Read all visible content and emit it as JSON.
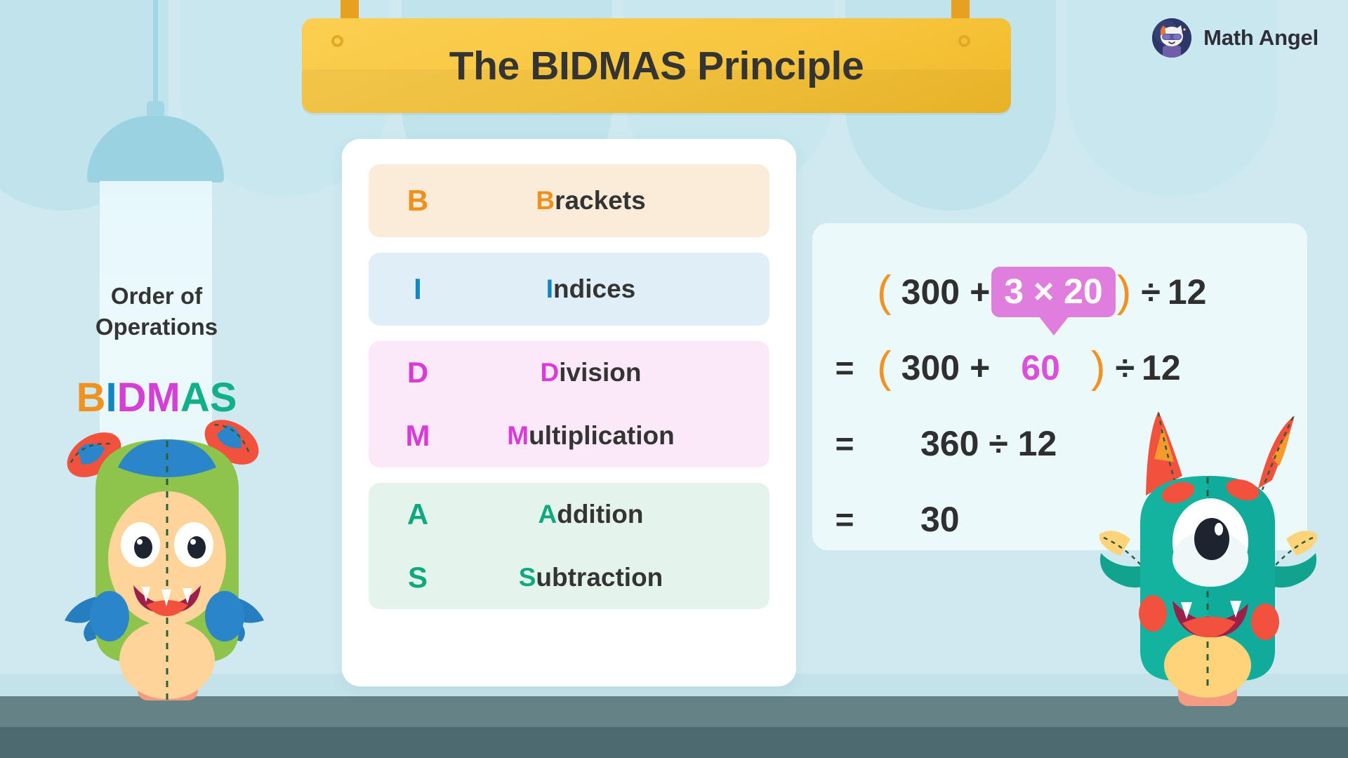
{
  "banner": {
    "title": "The BIDMAS Principle"
  },
  "logo": {
    "icon": "cat-mascot-icon",
    "name": "Math Angel"
  },
  "left_panel": {
    "heading_line1": "Order of",
    "heading_line2": "Operations",
    "acronym_letters": [
      {
        "char": "B",
        "color": "#f0921f"
      },
      {
        "char": "I",
        "color": "#1186c4"
      },
      {
        "char": "D",
        "color": "#d43fd6"
      },
      {
        "char": "M",
        "color": "#d43fd6"
      },
      {
        "char": "A",
        "color": "#12b089"
      },
      {
        "char": "S",
        "color": "#12b089"
      }
    ]
  },
  "bidmas_rows": [
    {
      "bg": "#fbecd9",
      "entries": [
        {
          "key": "B",
          "cap": "B",
          "rest": "rackets",
          "color": "#ef8f1c"
        }
      ]
    },
    {
      "bg": "#e0eef7",
      "entries": [
        {
          "key": "I",
          "cap": "I",
          "rest": "ndices",
          "color": "#1186c4"
        }
      ]
    },
    {
      "bg": "#fbe8f8",
      "entries": [
        {
          "key": "D",
          "cap": "D",
          "rest": "ivision",
          "color": "#d93bd9"
        },
        {
          "key": "M",
          "cap": "M",
          "rest": "ultiplication",
          "color": "#d93bd9"
        }
      ]
    },
    {
      "bg": "#e4f4ec",
      "entries": [
        {
          "key": "A",
          "cap": "A",
          "rest": "ddition",
          "color": "#0fa97f"
        },
        {
          "key": "S",
          "cap": "S",
          "rest": "ubtraction",
          "color": "#0fa97f"
        }
      ]
    }
  ],
  "equation": {
    "line1": {
      "sign": "",
      "open_paren": "(",
      "left_term": "300",
      "operator": "+",
      "highlight": "3 × 20",
      "close_paren": ")",
      "tail_op": "÷",
      "tail_num": "12"
    },
    "line2": {
      "sign": "=",
      "open_paren": "(",
      "left_term": "300",
      "operator": "+",
      "result": "60",
      "close_paren": ")",
      "tail_op": "÷",
      "tail_num": "12"
    },
    "line3": {
      "sign": "=",
      "expr": "360 ÷ 12"
    },
    "line4": {
      "sign": "=",
      "expr": "30"
    }
  },
  "decor": {
    "lamp": "pendant-lamp-icon",
    "monster_left": "green-monster-icon",
    "monster_right": "teal-cyclops-monster-icon"
  },
  "colors": {
    "background": "#cfe9f0",
    "banner": "#f8c63f",
    "card": "#ffffff",
    "equation_panel": "#ebf9fa",
    "orange": "#f0921f",
    "blue": "#1186c4",
    "magenta": "#d43fd6",
    "teal": "#12b089",
    "highlight_pink": "#e07ede",
    "floor_light": "#658287",
    "floor_dark": "#4c6a70"
  }
}
